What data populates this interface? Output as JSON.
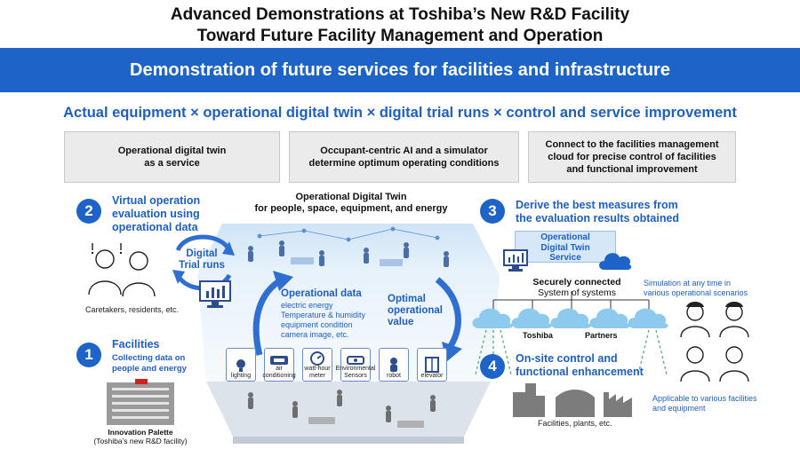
{
  "header": {
    "title_line1": "Advanced Demonstrations at Toshiba’s New R&D Facility",
    "title_line2": "Toward Future Facility Management and Operation",
    "banner": "Demonstration of future services for facilities and infrastructure",
    "subline": "Actual equipment × operational digital twin × digital trial runs × control and service improvement"
  },
  "top_boxes": [
    {
      "line1": "Operational digital twin",
      "line2": "as a service",
      "line3": ""
    },
    {
      "line1": "Occupant-centric AI and a simulator",
      "line2": "determine optimum operating conditions",
      "line3": ""
    },
    {
      "line1": "Connect to the facilities management",
      "line2": "cloud for precise control of facilities",
      "line3": "and functional improvement"
    }
  ],
  "step1": {
    "num": "1",
    "title": "Facilities",
    "desc_line1": "Collecting data on",
    "desc_line2": "people and energy"
  },
  "step2": {
    "num": "2",
    "title_line1": "Virtual operation",
    "title_line2": "evaluation using",
    "title_line3": "operational data",
    "trial_line1": "Digital",
    "trial_line2": "Trial runs",
    "caption": "Caretakers, residents, etc."
  },
  "step3": {
    "num": "3",
    "title_line1": "Derive the best measures from",
    "title_line2": "the evaluation results obtained"
  },
  "step4": {
    "num": "4",
    "title_line1": "On-site control and",
    "title_line2": "functional enhancement"
  },
  "center": {
    "dt_line1": "Operational Digital Twin",
    "dt_line2": "for people, space, equipment, and energy",
    "opdata_title": "Operational data",
    "opdata_items": [
      "electric energy",
      "Temperature & humidity",
      "equipment condition",
      "camera image, etc."
    ],
    "optimal_line1": "Optimal",
    "optimal_line2": "operational",
    "optimal_line3": "value"
  },
  "devices": [
    {
      "label1": "lighting",
      "label2": "",
      "icon": "lightbulb-icon"
    },
    {
      "label1": "air",
      "label2": "conditioning",
      "icon": "air-conditioner-icon"
    },
    {
      "label1": "watt-hour",
      "label2": "meter",
      "icon": "meter-icon"
    },
    {
      "label1": "Environmental",
      "label2": "Sensors",
      "icon": "sensor-icon"
    },
    {
      "label1": "robot",
      "label2": "",
      "icon": "robot-icon"
    },
    {
      "label1": "elevator",
      "label2": "",
      "icon": "elevator-icon"
    }
  ],
  "right": {
    "service_line1": "Operational",
    "service_line2": "Digital Twin",
    "service_line3": "Service",
    "secure_line1": "Securely connected",
    "secure_line2": "System of systems",
    "sim_line1": "Simulation at any time in",
    "sim_line2": "various operational scenarios",
    "toshiba": "Toshiba",
    "partners": "Partners",
    "applicable_line1": "Applicable to various facilities",
    "applicable_line2": "and equipment",
    "facilities_caption": "Facilities, plants, etc."
  },
  "bottom_left": {
    "caption_line1": "Innovation Palette",
    "caption_line2": "(Toshiba’s new R&D facility)"
  },
  "colors": {
    "brand_blue": "#1e64c8",
    "text_blue": "#1f5fbf",
    "box_gray": "#ebebeb",
    "cloud_blue": "#8ec9ee"
  }
}
